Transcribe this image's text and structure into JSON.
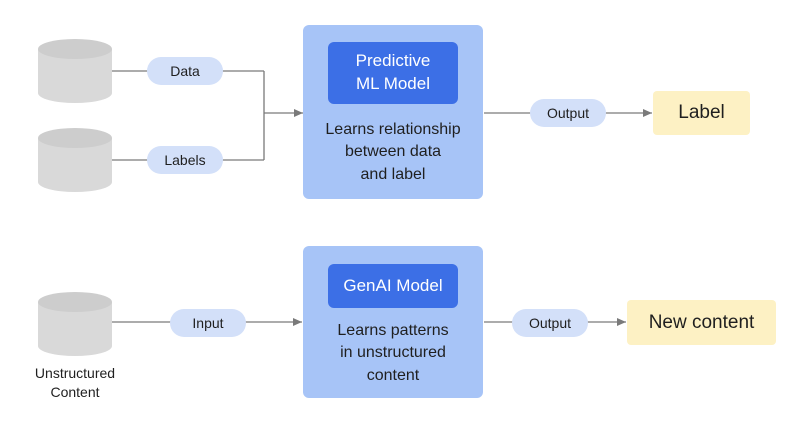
{
  "predictive": {
    "inputs": [
      "Data",
      "Labels"
    ],
    "model_title_line1": "Predictive",
    "model_title_line2": "ML Model",
    "description_line1": "Learns relationship",
    "description_line2": "between data",
    "description_line3": "and label",
    "output_label": "Output",
    "result": "Label"
  },
  "genai": {
    "source_caption_line1": "Unstructured",
    "source_caption_line2": "Content",
    "input_label": "Input",
    "model_title": "GenAI Model",
    "description_line1": "Learns patterns",
    "description_line2": "in unstructured",
    "description_line3": "content",
    "output_label": "Output",
    "result": "New content"
  },
  "colors": {
    "pill": "#d3e0f9",
    "box": "#a7c4f7",
    "model": "#3c6fe6",
    "result": "#fdf1c4",
    "cylinder": "#d9d9d9",
    "connector": "#7a7a7a"
  }
}
